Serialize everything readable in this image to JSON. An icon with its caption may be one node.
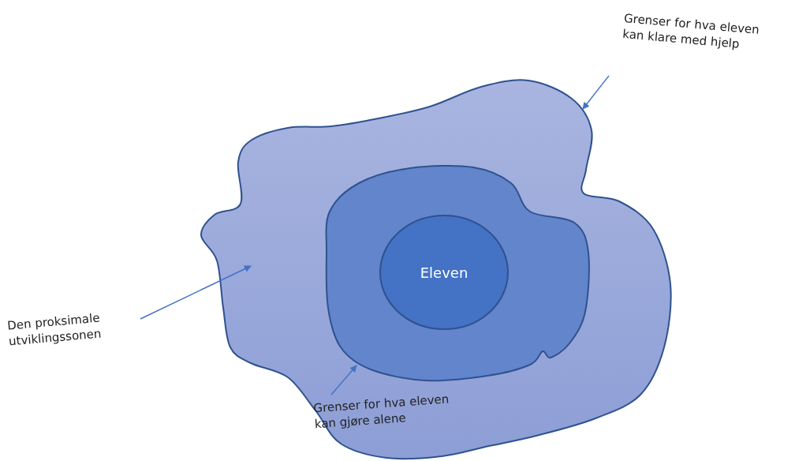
{
  "diagram": {
    "nodes": [
      {
        "text": [],
        "shape": "cloud"
      },
      {
        "text": [],
        "shape": "cloud",
        "in": 0
      },
      {
        "text": [
          "Eleven"
        ],
        "in": 1
      },
      {
        "text": [
          "Grenser for hva eleven kan klare med hjelp"
        ]
      },
      {
        "text": [
          "Den proksimale utviklingssonen"
        ]
      },
      {
        "text": [
          "Grenser for hva eleven kan gjøre alene"
        ],
        "in": 0
      }
    ],
    "edges": [
      {
        "from": 3,
        "to": 0,
        "arrow": "to"
      },
      {
        "from": 4,
        "to": 0,
        "arrow": "to"
      },
      {
        "from": 5,
        "to": 1,
        "arrow": "to"
      }
    ]
  }
}
